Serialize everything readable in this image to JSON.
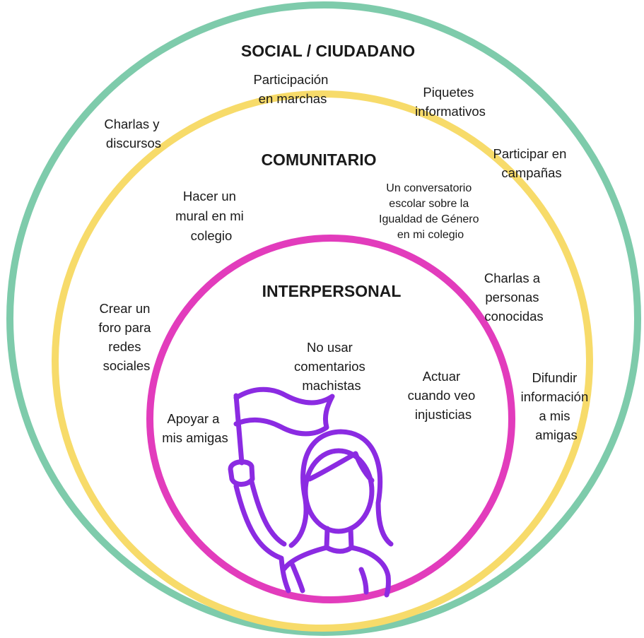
{
  "colors": {
    "outer_ring": "#7ecbab",
    "middle_ring": "#f7db6a",
    "inner_ring": "#e23cbc",
    "figure": "#8b2be2",
    "text": "#1a1a1a"
  },
  "rings": {
    "social": {
      "label": "SOCIAL / CIUDADANO",
      "items": [
        [
          "Participación",
          "en marchas"
        ],
        [
          "Piquetes",
          "informativos"
        ],
        [
          "Charlas y",
          "discursos"
        ],
        [
          "Participar en",
          "campañas"
        ]
      ]
    },
    "community": {
      "label": "COMUNITARIO",
      "items": [
        [
          "Hacer un",
          "mural en mi",
          "colegio"
        ],
        [
          "Un conversatorio",
          "escolar sobre la",
          "Igualdad de Género",
          "en mi colegio"
        ],
        [
          "Charlas a",
          "personas",
          "conocidas"
        ],
        [
          "Crear un",
          "foro para",
          "redes",
          "sociales"
        ],
        [
          "Difundir",
          "información",
          "a mis",
          "amigas"
        ]
      ]
    },
    "interpersonal": {
      "label": "INTERPERSONAL",
      "items": [
        [
          "No usar",
          "comentarios",
          "machistas"
        ],
        [
          "Actuar",
          "cuando veo",
          "injusticias"
        ],
        [
          "Apoyar a",
          "mis amigas"
        ]
      ]
    }
  },
  "figure_icon": "woman-with-flag-icon"
}
